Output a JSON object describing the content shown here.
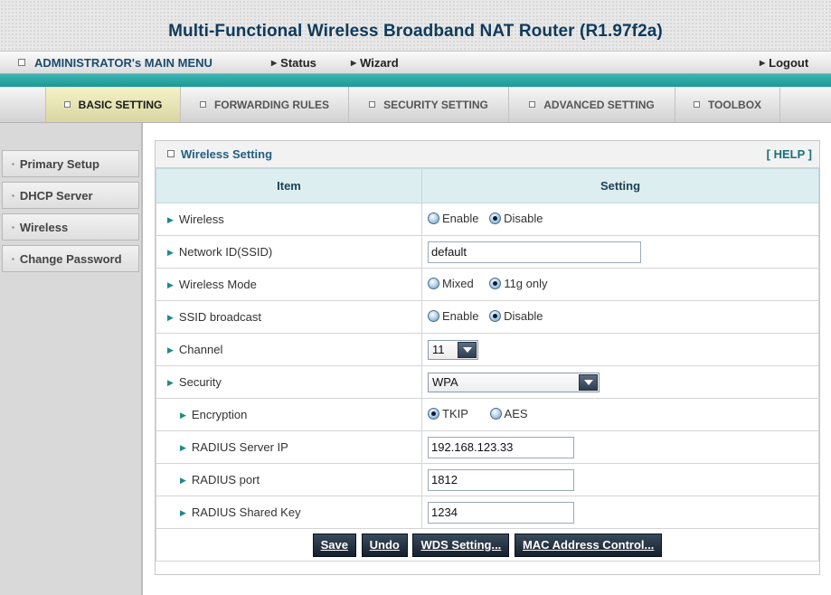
{
  "banner": {
    "title": "Multi-Functional Wireless Broadband NAT Router (R1.97f2a)"
  },
  "menubar": {
    "admin_menu": "ADMINISTRATOR's MAIN MENU",
    "status": "Status",
    "wizard": "Wizard",
    "logout": "Logout"
  },
  "tabs": [
    {
      "label": "BASIC SETTING",
      "active": true
    },
    {
      "label": "FORWARDING RULES",
      "active": false
    },
    {
      "label": "SECURITY SETTING",
      "active": false
    },
    {
      "label": "ADVANCED SETTING",
      "active": false
    },
    {
      "label": "TOOLBOX",
      "active": false
    }
  ],
  "sidebar": {
    "items": [
      {
        "label": "Primary Setup"
      },
      {
        "label": "DHCP Server"
      },
      {
        "label": "Wireless"
      },
      {
        "label": "Change Password"
      }
    ]
  },
  "panel": {
    "title": "Wireless Setting",
    "help": "[ HELP ]",
    "col_item": "Item",
    "col_setting": "Setting"
  },
  "rows": {
    "wireless": {
      "label": "Wireless",
      "enable": "Enable",
      "disable": "Disable",
      "selected": "Disable"
    },
    "ssid": {
      "label": "Network ID(SSID)",
      "value": "default"
    },
    "mode": {
      "label": "Wireless Mode",
      "mixed": "Mixed",
      "g_only": "11g only",
      "selected": "11g only"
    },
    "ssid_broadcast": {
      "label": "SSID broadcast",
      "enable": "Enable",
      "disable": "Disable",
      "selected": "Disable"
    },
    "channel": {
      "label": "Channel",
      "value": "11"
    },
    "security": {
      "label": "Security",
      "value": "WPA"
    },
    "encryption": {
      "label": "Encryption",
      "tkip": "TKIP",
      "aes": "AES",
      "selected": "TKIP"
    },
    "radius_ip": {
      "label": "RADIUS Server IP",
      "value": "192.168.123.33"
    },
    "radius_port": {
      "label": "RADIUS port",
      "value": "1812"
    },
    "radius_key": {
      "label": "RADIUS Shared Key",
      "value": "1234"
    }
  },
  "buttons": {
    "save": "Save",
    "undo": "Undo",
    "wds": "WDS Setting...",
    "mac": "MAC Address Control..."
  },
  "colors": {
    "accent_teal": "#1d9894",
    "title_navy": "#0e3a5c",
    "header_blue": "#ddeef0",
    "active_tab": "#f5f3c8"
  }
}
